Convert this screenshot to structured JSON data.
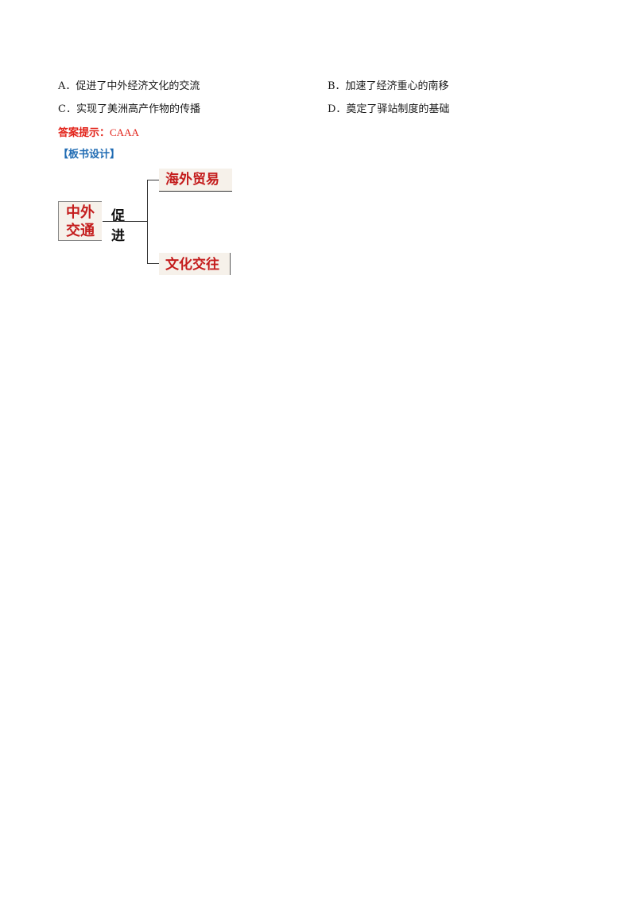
{
  "options": {
    "A": "A．促进了中外经济文化的交流",
    "B": "B．加速了经济重心的南移",
    "C": "C．实现了美洲高产作物的传播",
    "D": "D．奠定了驿站制度的基础"
  },
  "answer": {
    "label": "答案提示：",
    "value": "CAAA"
  },
  "section_title": "【板书设计】",
  "diagram": {
    "root_line1": "中外",
    "root_line2": "交通",
    "connector_label": "促进",
    "branch_top": "海外贸易",
    "branch_bottom": "文化交往"
  },
  "colors": {
    "answer_red": "#e2231a",
    "title_blue": "#1f6bb3",
    "box_red": "#c41d1d",
    "box_bg": "#f6f1ea"
  }
}
